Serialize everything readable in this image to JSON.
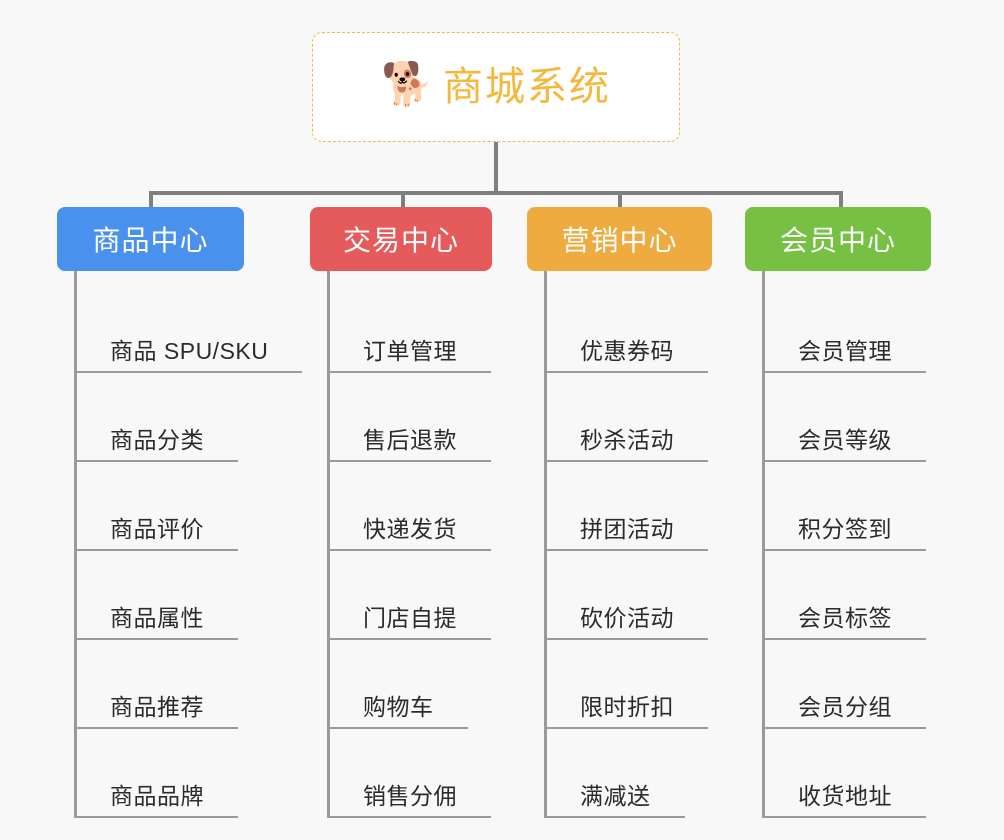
{
  "root": {
    "icon": "shiba-dog-face-icon",
    "emoji": "🐕",
    "title": "商城系统",
    "title_color": "#f5b83d",
    "border_color": "#f0b849",
    "background": "#ffffff"
  },
  "canvas": {
    "background": "#f8f8f8",
    "connector_color": "#7f7f7f"
  },
  "branches": [
    {
      "name": "product-center",
      "label": "商品中心",
      "color": "#4a90ed",
      "items": [
        {
          "label": "商品 SPU/SKU"
        },
        {
          "label": "商品分类"
        },
        {
          "label": "商品评价"
        },
        {
          "label": "商品属性"
        },
        {
          "label": "商品推荐"
        },
        {
          "label": "商品品牌"
        }
      ]
    },
    {
      "name": "trade-center",
      "label": "交易中心",
      "color": "#e55b5b",
      "items": [
        {
          "label": "订单管理"
        },
        {
          "label": "售后退款"
        },
        {
          "label": "快递发货"
        },
        {
          "label": "门店自提"
        },
        {
          "label": "购物车"
        },
        {
          "label": "销售分佣"
        }
      ]
    },
    {
      "name": "marketing-center",
      "label": "营销中心",
      "color": "#eeab3f",
      "items": [
        {
          "label": "优惠券码"
        },
        {
          "label": "秒杀活动"
        },
        {
          "label": "拼团活动"
        },
        {
          "label": "砍价活动"
        },
        {
          "label": "限时折扣"
        },
        {
          "label": "满减送"
        }
      ]
    },
    {
      "name": "member-center",
      "label": "会员中心",
      "color": "#76c043",
      "items": [
        {
          "label": "会员管理"
        },
        {
          "label": "会员等级"
        },
        {
          "label": "积分签到"
        },
        {
          "label": "会员标签"
        },
        {
          "label": "会员分组"
        },
        {
          "label": "收货地址"
        }
      ]
    }
  ]
}
